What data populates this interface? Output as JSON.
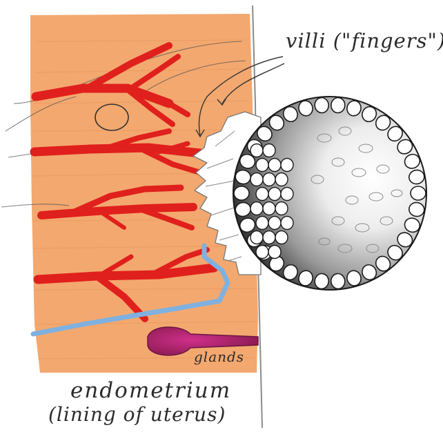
{
  "labels": {
    "villi": "villi (\"fingers\")",
    "glands": "glands",
    "endometrium": "endometrium",
    "endometrium_note": "(lining of uterus)"
  },
  "colors": {
    "tissue": "#f3a86f",
    "vessel_red": "#e0201c",
    "vessel_blue": "#7fb1e0",
    "gland": "#b4246a",
    "pencil": "#3a3a3a",
    "paper": "#ffffff"
  }
}
